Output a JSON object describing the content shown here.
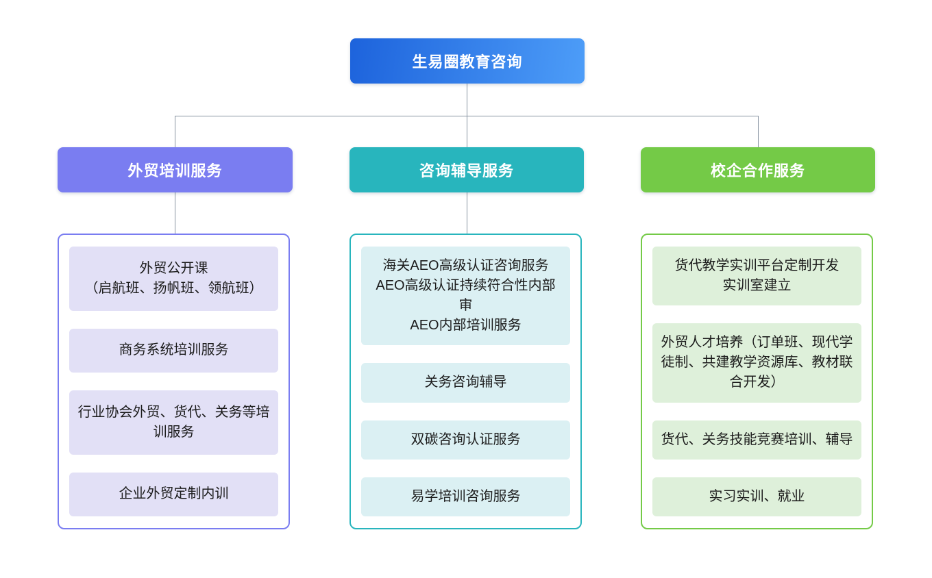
{
  "page": {
    "background": "#ffffff",
    "connector_color": "#8592a0"
  },
  "root": {
    "label": "生易圈教育咨询",
    "gradient": "linear-gradient(98deg, #1d63dc 0%, #4d9df8 100%)"
  },
  "branches": [
    {
      "header": "外贸培训服务",
      "accent": "#7a7df1",
      "item_fill": "#e2e0f6",
      "items": [
        {
          "lines": [
            "外贸公开课",
            "（启航班、扬帆班、领航班）"
          ]
        },
        {
          "lines": [
            "商务系统培训服务"
          ]
        },
        {
          "lines": [
            "行业协会外贸、货代、关务等培训服务"
          ]
        },
        {
          "lines": [
            "企业外贸定制内训"
          ]
        }
      ]
    },
    {
      "header": "咨询辅导服务",
      "accent": "#28b5bd",
      "item_fill": "#dbf0f3",
      "items": [
        {
          "lines": [
            "海关AEO高级认证咨询服务",
            "AEO高级认证持续符合性内部审",
            "AEO内部培训服务"
          ]
        },
        {
          "lines": [
            "关务咨询辅导"
          ]
        },
        {
          "lines": [
            "双碳咨询认证服务"
          ]
        },
        {
          "lines": [
            "易学培训咨询服务"
          ]
        }
      ]
    },
    {
      "header": "校企合作服务",
      "accent": "#74ca47",
      "item_fill": "#def0da",
      "items": [
        {
          "lines": [
            "货代教学实训平台定制开发",
            "实训室建立"
          ]
        },
        {
          "lines": [
            "外贸人才培养（订单班、现代学徒制、共建教学资源库、教材联合开发）"
          ]
        },
        {
          "lines": [
            "货代、关务技能竞赛培训、辅导"
          ]
        },
        {
          "lines": [
            "实习实训、就业"
          ]
        }
      ]
    }
  ]
}
